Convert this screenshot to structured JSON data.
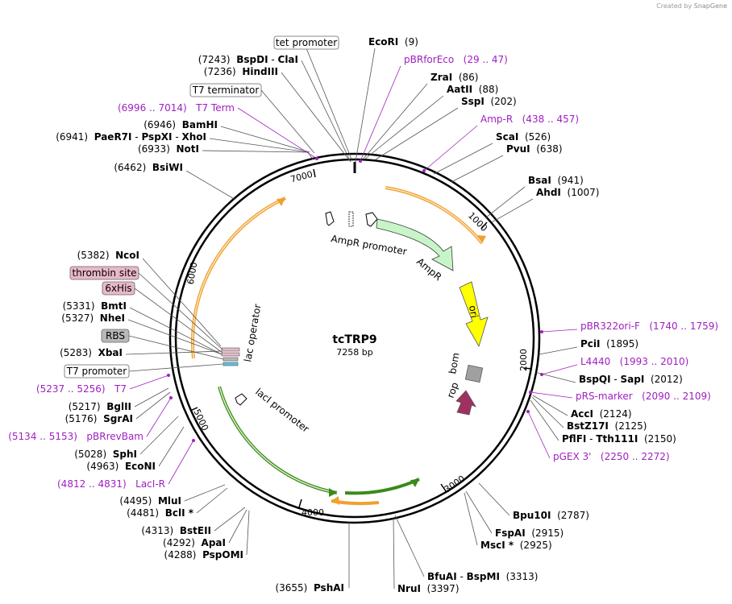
{
  "watermark": {
    "prefix": "Created by",
    "brand": "SnapGene"
  },
  "plasmid": {
    "name": "tcTRP9",
    "length_label": "7258 bp"
  },
  "ticks": [
    "1000",
    "2000",
    "3000",
    "4000",
    "5000",
    "6000",
    "7000"
  ],
  "sites": [
    {
      "id": "ecori",
      "parts": [
        {
          "t": "EcoRI",
          "c": "enz"
        },
        {
          "t": "  (9)",
          "c": "pos"
        }
      ]
    },
    {
      "id": "pbrforeco",
      "parts": [
        {
          "t": "pBRforEco   (29 .. 47)",
          "c": "prm"
        }
      ]
    },
    {
      "id": "zrai",
      "parts": [
        {
          "t": "ZraI",
          "c": "enz"
        },
        {
          "t": "  (86)",
          "c": "pos"
        }
      ]
    },
    {
      "id": "aatii",
      "parts": [
        {
          "t": "AatII",
          "c": "enz"
        },
        {
          "t": "  (88)",
          "c": "pos"
        }
      ]
    },
    {
      "id": "sspi",
      "parts": [
        {
          "t": "SspI",
          "c": "enz"
        },
        {
          "t": "  (202)",
          "c": "pos"
        }
      ]
    },
    {
      "id": "ampr-primer",
      "parts": [
        {
          "t": "Amp-R   (438 .. 457)",
          "c": "prm"
        }
      ]
    },
    {
      "id": "scai",
      "parts": [
        {
          "t": "ScaI",
          "c": "enz"
        },
        {
          "t": "  (526)",
          "c": "pos"
        }
      ]
    },
    {
      "id": "pvui",
      "parts": [
        {
          "t": "PvuI",
          "c": "enz"
        },
        {
          "t": "  (638)",
          "c": "pos"
        }
      ]
    },
    {
      "id": "bsai",
      "parts": [
        {
          "t": "BsaI",
          "c": "enz"
        },
        {
          "t": "  (941)",
          "c": "pos"
        }
      ]
    },
    {
      "id": "ahdi",
      "parts": [
        {
          "t": "AhdI",
          "c": "enz"
        },
        {
          "t": "  (1007)",
          "c": "pos"
        }
      ]
    },
    {
      "id": "pbr322ori",
      "parts": [
        {
          "t": "pBR322ori-F   (1740 .. 1759)",
          "c": "prm"
        }
      ]
    },
    {
      "id": "pcii",
      "parts": [
        {
          "t": "PciI",
          "c": "enz"
        },
        {
          "t": "  (1895)",
          "c": "pos"
        }
      ]
    },
    {
      "id": "l4440",
      "parts": [
        {
          "t": "L4440   (1993 .. 2010)",
          "c": "prm"
        }
      ]
    },
    {
      "id": "bspqi",
      "parts": [
        {
          "t": "BspQI",
          "c": "enz"
        },
        {
          "t": " - ",
          "c": "pos"
        },
        {
          "t": "SapI",
          "c": "enz"
        },
        {
          "t": "  (2012)",
          "c": "pos"
        }
      ]
    },
    {
      "id": "prs-marker",
      "parts": [
        {
          "t": "pRS-marker   (2090 .. 2109)",
          "c": "prm"
        }
      ]
    },
    {
      "id": "acci",
      "parts": [
        {
          "t": "AccI",
          "c": "enz"
        },
        {
          "t": "  (2124)",
          "c": "pos"
        }
      ]
    },
    {
      "id": "bstz17i",
      "parts": [
        {
          "t": "BstZ17I",
          "c": "enz"
        },
        {
          "t": "  (2125)",
          "c": "pos"
        }
      ]
    },
    {
      "id": "pflfi",
      "parts": [
        {
          "t": "PflFI",
          "c": "enz"
        },
        {
          "t": " - ",
          "c": "pos"
        },
        {
          "t": "Tth111I",
          "c": "enz"
        },
        {
          "t": "  (2150)",
          "c": "pos"
        }
      ]
    },
    {
      "id": "pgex3",
      "parts": [
        {
          "t": "pGEX 3'   (2250 .. 2272)",
          "c": "prm"
        }
      ]
    },
    {
      "id": "bpu10i",
      "parts": [
        {
          "t": "Bpu10I",
          "c": "enz"
        },
        {
          "t": "  (2787)",
          "c": "pos"
        }
      ]
    },
    {
      "id": "fspai",
      "parts": [
        {
          "t": "FspAI",
          "c": "enz"
        },
        {
          "t": "  (2915)",
          "c": "pos"
        }
      ]
    },
    {
      "id": "msci",
      "parts": [
        {
          "t": "MscI *",
          "c": "enz"
        },
        {
          "t": "  (2925)",
          "c": "pos"
        }
      ]
    },
    {
      "id": "bfuai",
      "parts": [
        {
          "t": "BfuAI",
          "c": "enz"
        },
        {
          "t": " - ",
          "c": "pos"
        },
        {
          "t": "BspMI",
          "c": "enz"
        },
        {
          "t": "  (3313)",
          "c": "pos"
        }
      ]
    },
    {
      "id": "nrui",
      "parts": [
        {
          "t": "NruI",
          "c": "enz"
        },
        {
          "t": "  (3397)",
          "c": "pos"
        }
      ]
    },
    {
      "id": "pshai",
      "parts": [
        {
          "t": "(3655)  ",
          "c": "pos"
        },
        {
          "t": "PshAI",
          "c": "enz"
        }
      ]
    },
    {
      "id": "pspomi",
      "parts": [
        {
          "t": "(4288)  ",
          "c": "pos"
        },
        {
          "t": "PspOMI",
          "c": "enz"
        }
      ]
    },
    {
      "id": "apai",
      "parts": [
        {
          "t": "(4292)  ",
          "c": "pos"
        },
        {
          "t": "ApaI",
          "c": "enz"
        }
      ]
    },
    {
      "id": "bsteii",
      "parts": [
        {
          "t": "(4313)  ",
          "c": "pos"
        },
        {
          "t": "BstEII",
          "c": "enz"
        }
      ]
    },
    {
      "id": "bcli",
      "parts": [
        {
          "t": "(4481)  ",
          "c": "pos"
        },
        {
          "t": "BclI *",
          "c": "enz"
        }
      ]
    },
    {
      "id": "mlui",
      "parts": [
        {
          "t": "(4495)  ",
          "c": "pos"
        },
        {
          "t": "MluI",
          "c": "enz"
        }
      ]
    },
    {
      "id": "lacir",
      "parts": [
        {
          "t": "(4812 .. 4831)   LacI-R",
          "c": "prm"
        }
      ]
    },
    {
      "id": "econi",
      "parts": [
        {
          "t": "(4963)  ",
          "c": "pos"
        },
        {
          "t": "EcoNI",
          "c": "enz"
        }
      ]
    },
    {
      "id": "sphi",
      "parts": [
        {
          "t": "(5028)  ",
          "c": "pos"
        },
        {
          "t": "SphI",
          "c": "enz"
        }
      ]
    },
    {
      "id": "pbrrevbam",
      "parts": [
        {
          "t": "(5134 .. 5153)   pBRrevBam",
          "c": "prm"
        }
      ]
    },
    {
      "id": "sgrai",
      "parts": [
        {
          "t": "(5176)  ",
          "c": "pos"
        },
        {
          "t": "SgrAI",
          "c": "enz"
        }
      ]
    },
    {
      "id": "bglii",
      "parts": [
        {
          "t": "(5217)  ",
          "c": "pos"
        },
        {
          "t": "BglII",
          "c": "enz"
        }
      ]
    },
    {
      "id": "t7primer",
      "parts": [
        {
          "t": "(5237 .. 5256)   T7",
          "c": "prm"
        }
      ]
    },
    {
      "id": "xbai",
      "parts": [
        {
          "t": "(5283)  ",
          "c": "pos"
        },
        {
          "t": "XbaI",
          "c": "enz"
        }
      ]
    },
    {
      "id": "nhei",
      "parts": [
        {
          "t": "(5327)  ",
          "c": "pos"
        },
        {
          "t": "NheI",
          "c": "enz"
        }
      ]
    },
    {
      "id": "bmti",
      "parts": [
        {
          "t": "(5331)  ",
          "c": "pos"
        },
        {
          "t": "BmtI",
          "c": "enz"
        }
      ]
    },
    {
      "id": "ncoi",
      "parts": [
        {
          "t": "(5382)  ",
          "c": "pos"
        },
        {
          "t": "NcoI",
          "c": "enz"
        }
      ]
    },
    {
      "id": "bsiwi",
      "parts": [
        {
          "t": "(6462)  ",
          "c": "pos"
        },
        {
          "t": "BsiWI",
          "c": "enz"
        }
      ]
    },
    {
      "id": "noti",
      "parts": [
        {
          "t": "(6933)  ",
          "c": "pos"
        },
        {
          "t": "NotI",
          "c": "enz"
        }
      ]
    },
    {
      "id": "paer7i",
      "parts": [
        {
          "t": "(6941)  ",
          "c": "pos"
        },
        {
          "t": "PaeR7I",
          "c": "enz"
        },
        {
          "t": " - ",
          "c": "pos"
        },
        {
          "t": "PspXI",
          "c": "enz"
        },
        {
          "t": " - ",
          "c": "pos"
        },
        {
          "t": "XhoI",
          "c": "enz"
        }
      ]
    },
    {
      "id": "bamhi",
      "parts": [
        {
          "t": "(6946)  ",
          "c": "pos"
        },
        {
          "t": "BamHI",
          "c": "enz"
        }
      ]
    },
    {
      "id": "t7term-primer",
      "parts": [
        {
          "t": "(6996 .. 7014)   T7 Term",
          "c": "prm"
        }
      ]
    },
    {
      "id": "hindiii",
      "parts": [
        {
          "t": "(7236)  ",
          "c": "pos"
        },
        {
          "t": "HindIII",
          "c": "enz"
        }
      ]
    },
    {
      "id": "bspdi",
      "parts": [
        {
          "t": "(7243)  ",
          "c": "pos"
        },
        {
          "t": "BspDI",
          "c": "enz"
        },
        {
          "t": " - ",
          "c": "pos"
        },
        {
          "t": "ClaI",
          "c": "enz"
        }
      ]
    }
  ],
  "boxed_features": [
    {
      "id": "tet-promoter",
      "text": "tet promoter",
      "fill": "#ffffff"
    },
    {
      "id": "t7-terminator",
      "text": "T7 terminator",
      "fill": "#ffffff"
    },
    {
      "id": "thrombin-site",
      "text": "thrombin site",
      "fill": "#e8b8c8"
    },
    {
      "id": "6xhis",
      "text": "6xHis",
      "fill": "#e8b8c8"
    },
    {
      "id": "rbs",
      "text": "RBS",
      "fill": "#b8b8b8"
    },
    {
      "id": "t7-promoter",
      "text": "T7 promoter",
      "fill": "#ffffff"
    }
  ],
  "inner_labels": [
    {
      "id": "ampr-promoter",
      "text": "AmpR promoter"
    },
    {
      "id": "ampr",
      "text": "AmpR"
    },
    {
      "id": "ori",
      "text": "ori"
    },
    {
      "id": "bom",
      "text": "bom"
    },
    {
      "id": "rop",
      "text": "rop"
    },
    {
      "id": "laci-promoter",
      "text": "lacI promoter"
    },
    {
      "id": "lac-operator",
      "text": "lac operator"
    }
  ],
  "colors": {
    "backbone": "#000000",
    "primer": "#a020c0",
    "orf_arc": "#f0a030",
    "orf_arc_inner": "#fbe3b8",
    "laci_arc": "#3a8a1a",
    "laci_arc_inner": "#d8f0c8",
    "ampr_fill": "#c8f5c8",
    "ori_fill": "#ffff00",
    "bom_fill": "#a0a0a0",
    "rop_fill": "#a03060"
  }
}
